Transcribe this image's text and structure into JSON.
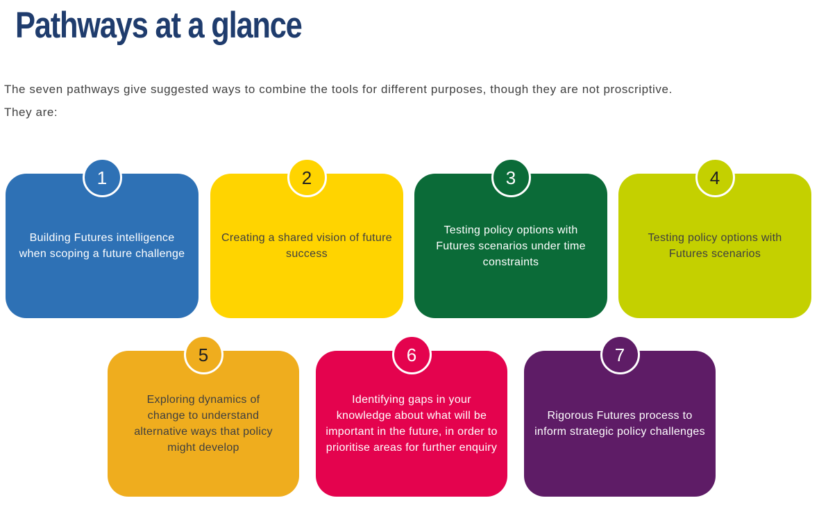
{
  "header": {
    "title": "Pathways at a glance",
    "title_color": "#1F3C6D"
  },
  "intro": {
    "line1": "The seven pathways give suggested ways to  combine the tools for different purposes, though they are not proscriptive.",
    "line2": "They are:",
    "text_color": "#404040"
  },
  "cards": [
    {
      "number": "1",
      "label": "Building Futures intelligence when scoping a future challenge",
      "bg": "#2E71B5",
      "text_color": "#FFFFFF",
      "number_color": "#FFFFFF"
    },
    {
      "number": "2",
      "label": "Creating a shared  vision of future success",
      "bg": "#FFD400",
      "text_color": "#3F3F3F",
      "number_color": "#212121"
    },
    {
      "number": "3",
      "label": "Testing policy options with Futures scenarios under time constraints",
      "bg": "#0B6B38",
      "text_color": "#FFFFFF",
      "number_color": "#FFFFFF"
    },
    {
      "number": "4",
      "label": "Testing policy options with Futures scenarios",
      "bg": "#C4D000",
      "text_color": "#3F3F3F",
      "number_color": "#212121"
    },
    {
      "number": "5",
      "label": "Exploring dynamics of change to understand alternative ways that policy might develop",
      "bg": "#EFAD1E",
      "text_color": "#3F3F3F",
      "number_color": "#212121"
    },
    {
      "number": "6",
      "label": "Identifying gaps in your knowledge about what will be important in the future, in order to prioritise areas for further enquiry",
      "bg": "#E4034E",
      "text_color": "#FFFFFF",
      "number_color": "#FFFFFF"
    },
    {
      "number": "7",
      "label": "Rigorous Futures process to inform strategic policy challenges",
      "bg": "#5E1C66",
      "text_color": "#FFFFFF",
      "number_color": "#FFFFFF"
    }
  ]
}
